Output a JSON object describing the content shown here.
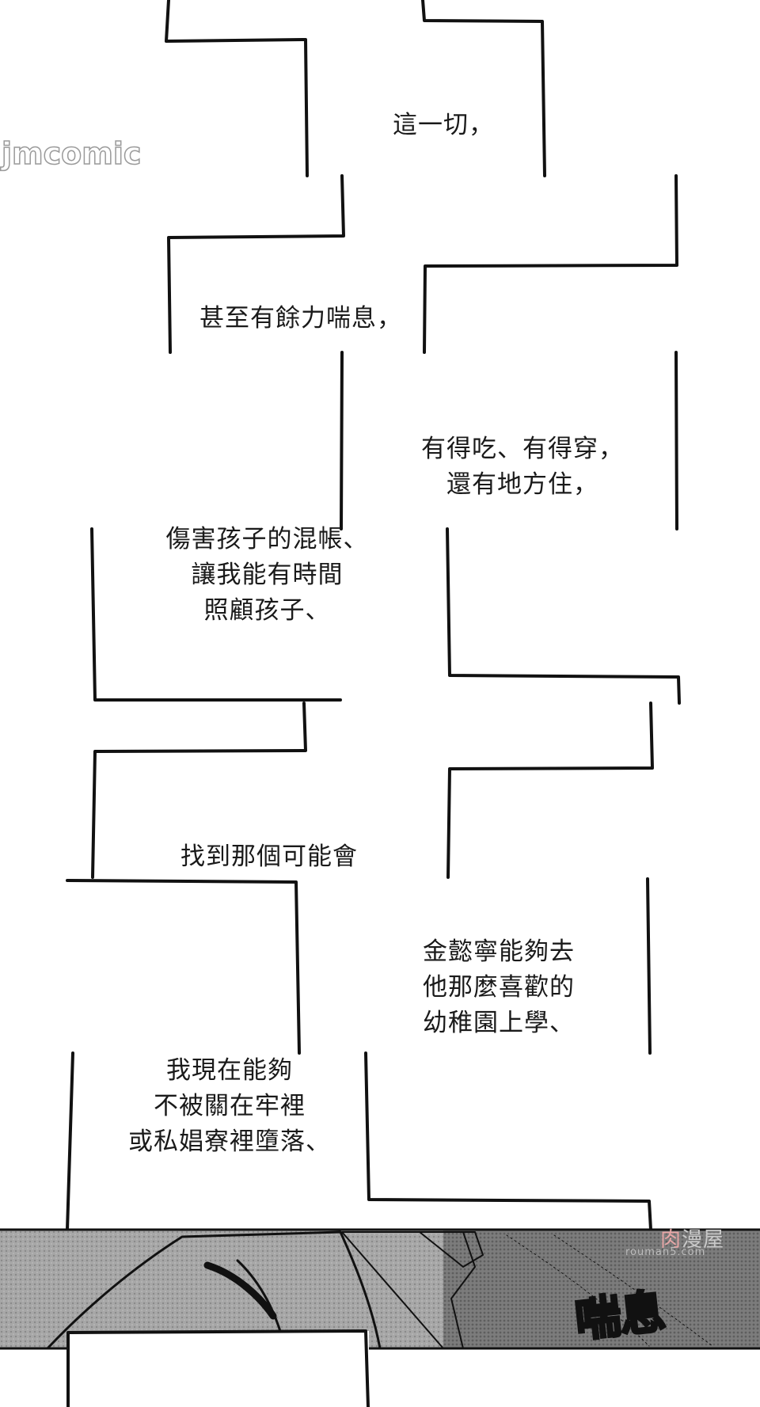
{
  "watermark": {
    "logo": "jmcomic",
    "site_cn_accent": "肉",
    "site_cn_rest": "漫屋",
    "site_url": "rouman5.com"
  },
  "captions": {
    "c1": "這一切，",
    "c2": "甚至有餘力喘息，",
    "c3": "有得吃、有得穿，\n還有地方住，",
    "c4": "傷害孩子的混帳、\n讓我能有時間\n照顧孩子、",
    "c5": "找到那個可能會",
    "c6": "金懿寧能夠去\n他那麼喜歡的\n幼稚園上學、",
    "c7": "我現在能夠\n不被關在牢裡\n或私娼寮裡墮落、"
  },
  "sfx": "喘息",
  "colors": {
    "ink": "#111111",
    "paper": "#ffffff",
    "shade_light": "#c9ccd6",
    "shade_dark": "#8c8c8c"
  }
}
